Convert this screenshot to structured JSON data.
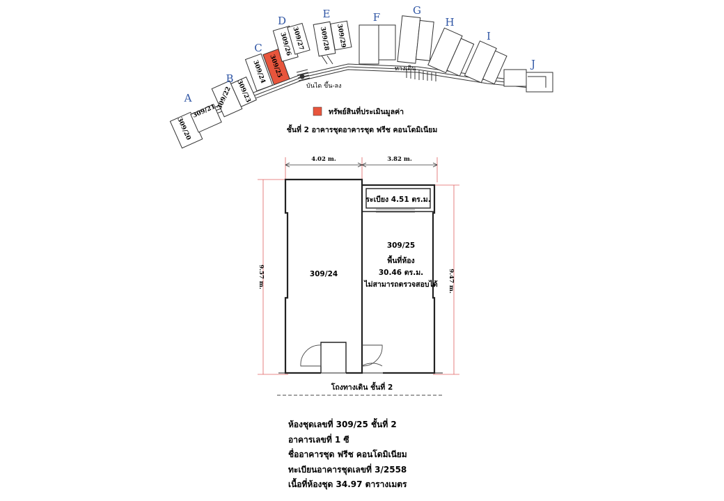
{
  "site_plan": {
    "buildings": [
      {
        "letter": "A"
      },
      {
        "letter": "B"
      },
      {
        "letter": "C"
      },
      {
        "letter": "D"
      },
      {
        "letter": "E"
      },
      {
        "letter": "F"
      },
      {
        "letter": "G"
      },
      {
        "letter": "H"
      },
      {
        "letter": "I"
      },
      {
        "letter": "J"
      }
    ],
    "units": [
      "309/20",
      "309/21",
      "309/22",
      "309/23",
      "309/24",
      "309/25",
      "309/26",
      "309/27",
      "309/28",
      "309/29"
    ],
    "stair_label": "บันได ขึ้น-ลง",
    "walkway_label": "ทางเดิน",
    "highlight_color": "#e8553c",
    "legend_label": "ทรัพย์สินที่ประเมินมูลค่า",
    "caption": "ชั้นที่ 2 อาคารชุดอาคารชุด ฟรีช คอนโดมิเนียม"
  },
  "floor_plan": {
    "dim_left_width": "4.02 m.",
    "dim_right_width": "3.82 m.",
    "dim_left_height": "9.57 m.",
    "dim_right_height": "9.47 m.",
    "balcony_label": "ระเบียง 4.51 ตร.ม.",
    "left_unit": "309/24",
    "unit_number": "309/25",
    "area_label": "พื้นที่ห้อง",
    "area_value": "30.46 ตร.ม.",
    "inspect_note": "ไม่สามารถตรวจสอบได้",
    "corridor_label": "โถงทางเดิน ชั้นที่ 2"
  },
  "info": {
    "line1": "ห้องชุดเลขที่ 309/25 ชั้นที่ 2",
    "line2": "อาคารเลขที่ 1 ซี",
    "line3": "ชื่ออาคารชุด ฟรีช คอนโดมิเนียม",
    "line4": "ทะเบียนอาคารชุดเลขที่ 3/2558",
    "line5": "เนื้อที่ห้องชุด 34.97 ตารางเมตร"
  }
}
